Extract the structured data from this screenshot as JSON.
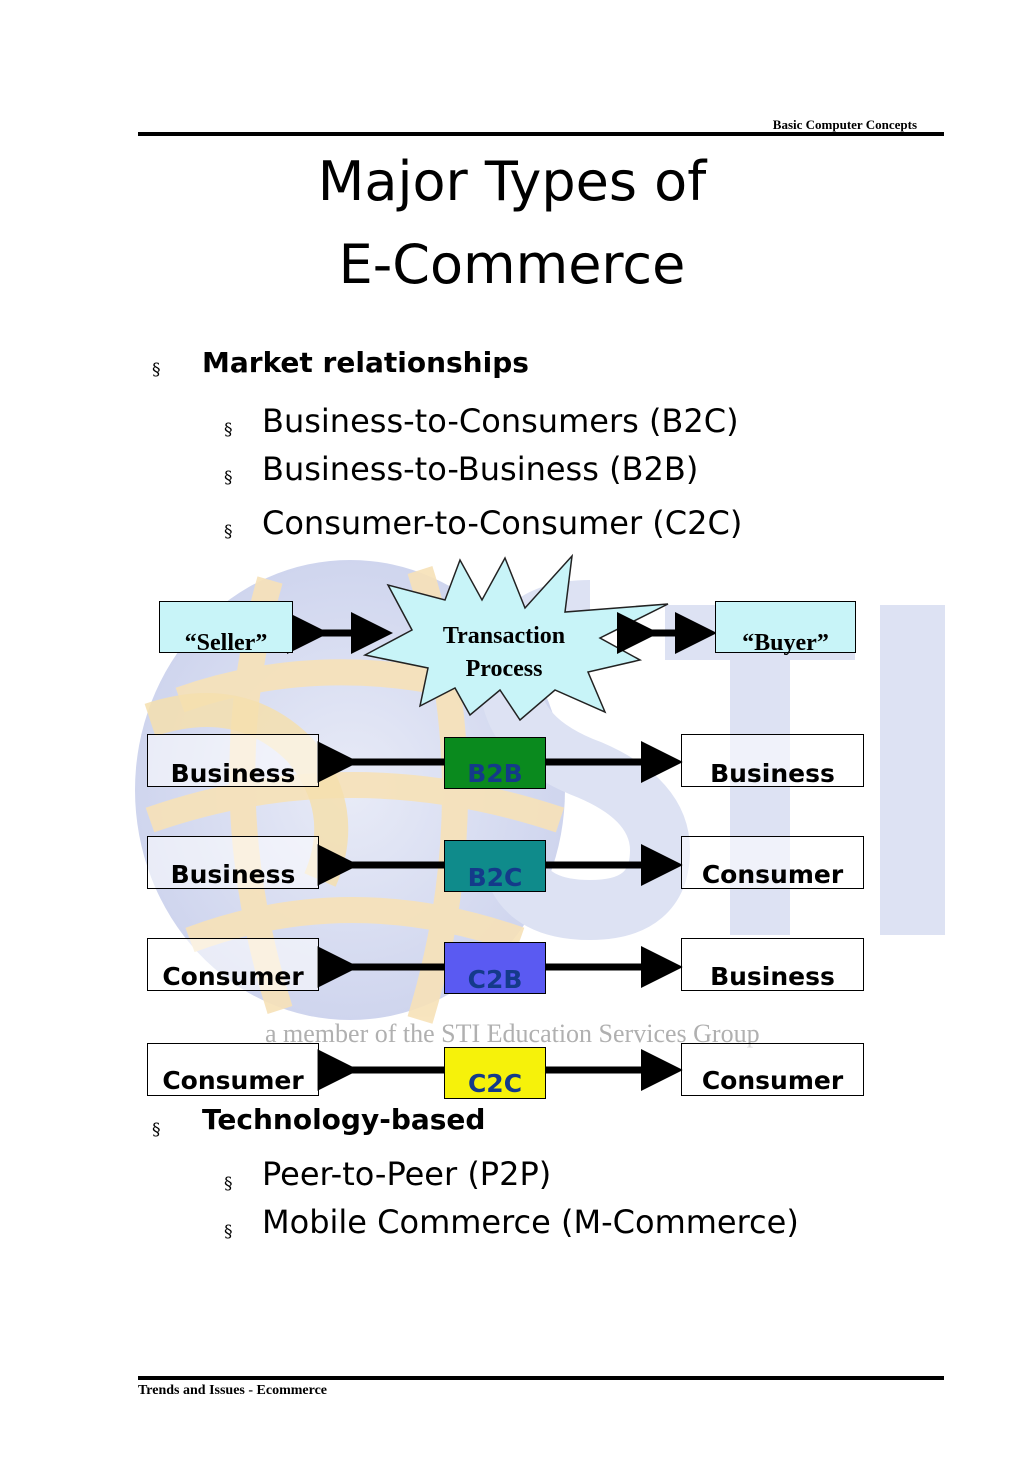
{
  "header": {
    "course": "Basic Computer Concepts"
  },
  "title": {
    "line1": "Major Types of",
    "line2": "E-Commerce"
  },
  "bullet_symbol": "§",
  "sections": [
    {
      "heading": "Market relationships",
      "items": [
        "Business-to-Consumers (B2C)",
        "Business-to-Business (B2B)",
        "Consumer-to-Consumer (C2C)"
      ]
    },
    {
      "heading": "Technology-based",
      "items": [
        "Peer-to-Peer (P2P)",
        "Mobile Commerce (M-Commerce)"
      ]
    }
  ],
  "diagram": {
    "seller": "“Seller”",
    "buyer": "“Buyer”",
    "process_line1": "Transaction",
    "process_line2": "Process",
    "rows": [
      {
        "left": "Business",
        "type": "B2B",
        "right": "Business",
        "color": "#0a8a1e"
      },
      {
        "left": "Business",
        "type": "B2C",
        "right": "Consumer",
        "color": "#0f8b8b"
      },
      {
        "left": "Consumer",
        "type": "C2B",
        "right": "Business",
        "color": "#5a5af2"
      },
      {
        "left": "Consumer",
        "type": "C2C",
        "right": "Consumer",
        "color": "#f6f20a"
      }
    ],
    "watermark_text": "a member of the STI Education Services Group"
  },
  "footer": {
    "text": "Trends and Issues - Ecommerce"
  }
}
